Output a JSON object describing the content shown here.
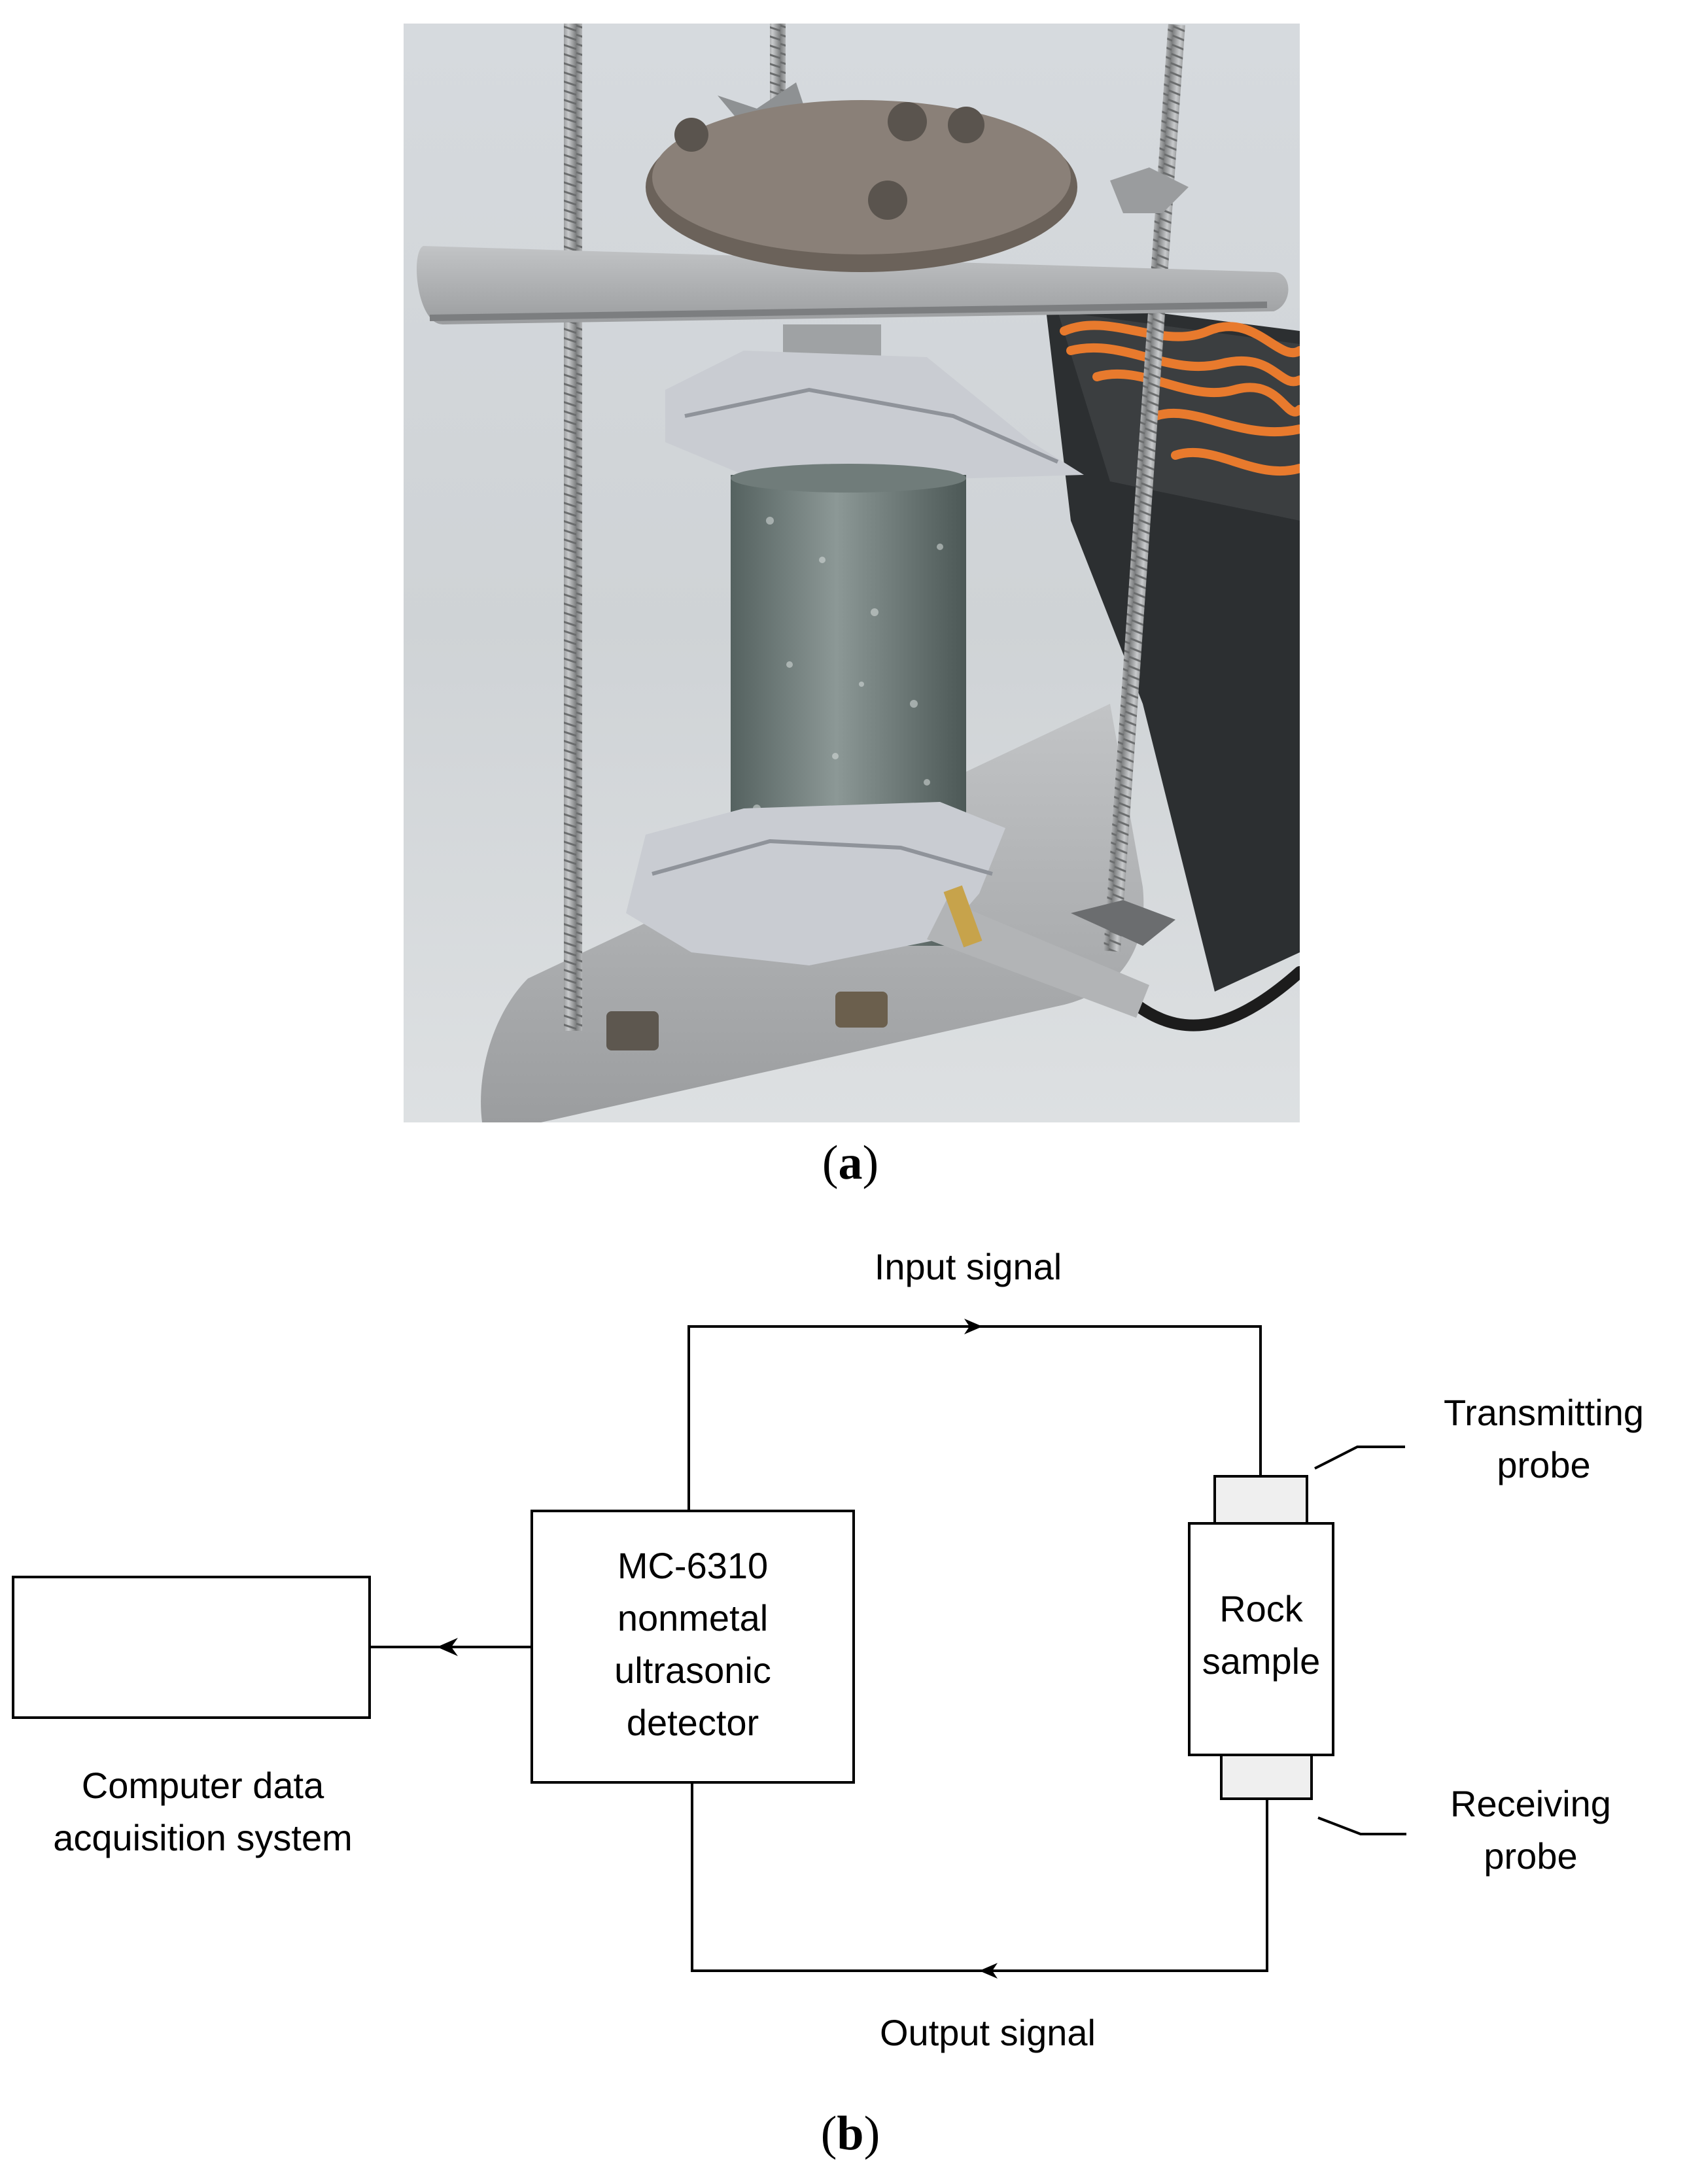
{
  "panel_a": {
    "caption_open": "(",
    "caption_letter": "a",
    "caption_close": ")"
  },
  "panel_b": {
    "caption_open": "(",
    "caption_letter": "b",
    "caption_close": ")",
    "input_signal": "Input signal",
    "output_signal": "Output signal",
    "detector": [
      "MC-6310",
      "nonmetal",
      "ultrasonic",
      "detector"
    ],
    "rock_sample": [
      "Rock",
      "sample"
    ],
    "transmitting_probe": [
      "Transmitting",
      "probe"
    ],
    "receiving_probe": [
      "Receiving",
      "probe"
    ],
    "computer_system": [
      "Computer data",
      "acquisition system"
    ]
  },
  "colors": {
    "line": "#000000",
    "probe_fill": "#efefef",
    "foil": "#c9ccd2",
    "rock": "#6f7a78",
    "steel": "#a9abad",
    "cable": "#e87a2d"
  }
}
